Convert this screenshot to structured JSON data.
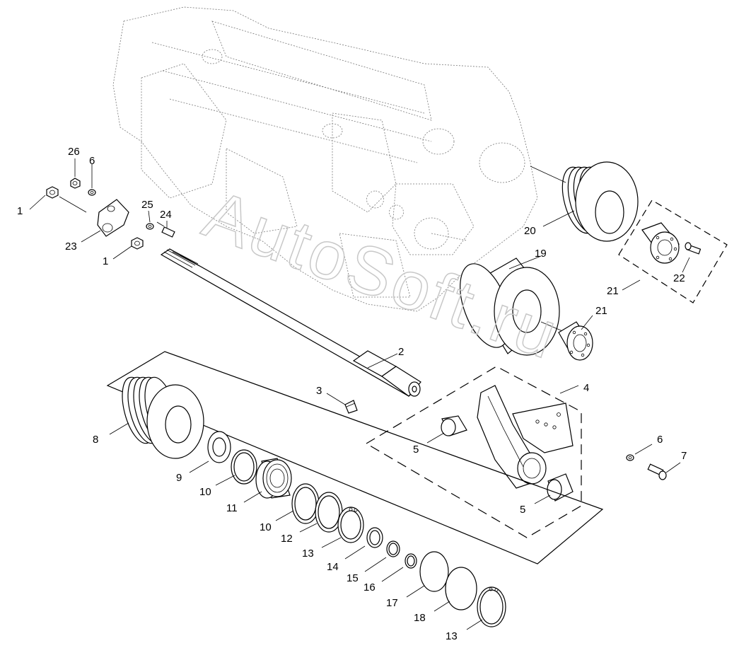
{
  "watermark": "AutoSoft.ru",
  "callouts": {
    "c26": "26",
    "c6a": "6",
    "c1a": "1",
    "c25": "25",
    "c24": "24",
    "c23": "23",
    "c1b": "1",
    "c2": "2",
    "c3": "3",
    "c20": "20",
    "c19": "19",
    "c21a": "21",
    "c22": "22",
    "c21b": "21",
    "c4": "4",
    "c5a": "5",
    "c5b": "5",
    "c6b": "6",
    "c7": "7",
    "c8": "8",
    "c9": "9",
    "c10a": "10",
    "c11": "11",
    "c10b": "10",
    "c12": "12",
    "c13a": "13",
    "c14": "14",
    "c15": "15",
    "c16": "16",
    "c17": "17",
    "c18": "18",
    "c13b": "13"
  }
}
